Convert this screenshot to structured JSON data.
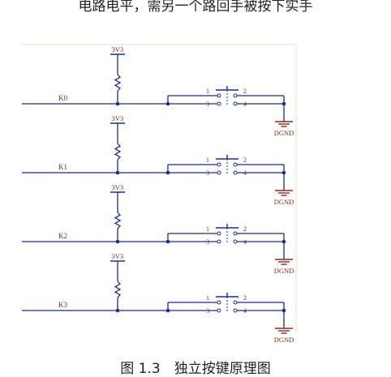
{
  "top_text": "电路电平，需另一个路回手被按下实手",
  "caption": "图 1.3　独立按键原理图",
  "power_label": "3V3",
  "ground_label": "DGND",
  "pin_labels": {
    "p1": "1",
    "p2": "2",
    "p3": "3",
    "p4": "4"
  },
  "rows": [
    {
      "key": "K0"
    },
    {
      "key": "K1"
    },
    {
      "key": "K2"
    },
    {
      "key": "K3"
    }
  ],
  "colors": {
    "wire": "#1c2f8c",
    "label": "#8b2b22",
    "junction": "#1c2f8c",
    "frame": "#ece0c8"
  }
}
